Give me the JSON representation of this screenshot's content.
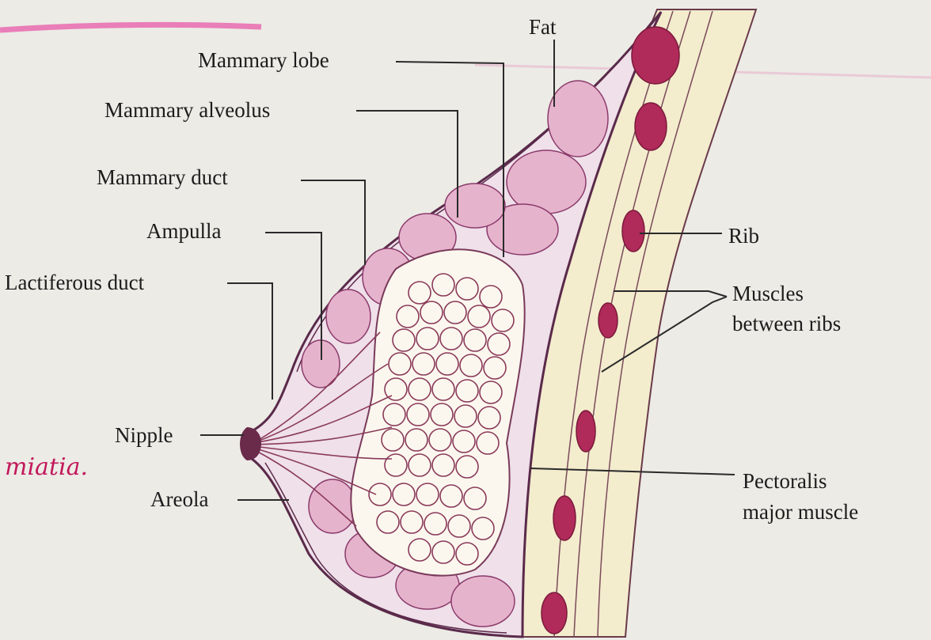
{
  "labels": {
    "fat": "Fat",
    "mammary_lobe": "Mammary lobe",
    "mammary_alveolus": "Mammary alveolus",
    "mammary_duct": "Mammary duct",
    "ampulla": "Ampulla",
    "lactiferous_duct": "Lactiferous duct",
    "nipple": "Nipple",
    "areola": "Areola",
    "rib": "Rib",
    "muscles_between_ribs_1": "Muscles",
    "muscles_between_ribs_2": "between ribs",
    "pectoralis_1": "Pectoralis",
    "pectoralis_2": "major muscle"
  },
  "handwriting": "miatia.",
  "colors": {
    "paper": "#ecebe6",
    "rib": "#b02a5a",
    "lobule": "#e6b3cc",
    "outline": "#5a2a4a",
    "muscle": "#f3eccd",
    "highlight": "#e85aa8"
  }
}
